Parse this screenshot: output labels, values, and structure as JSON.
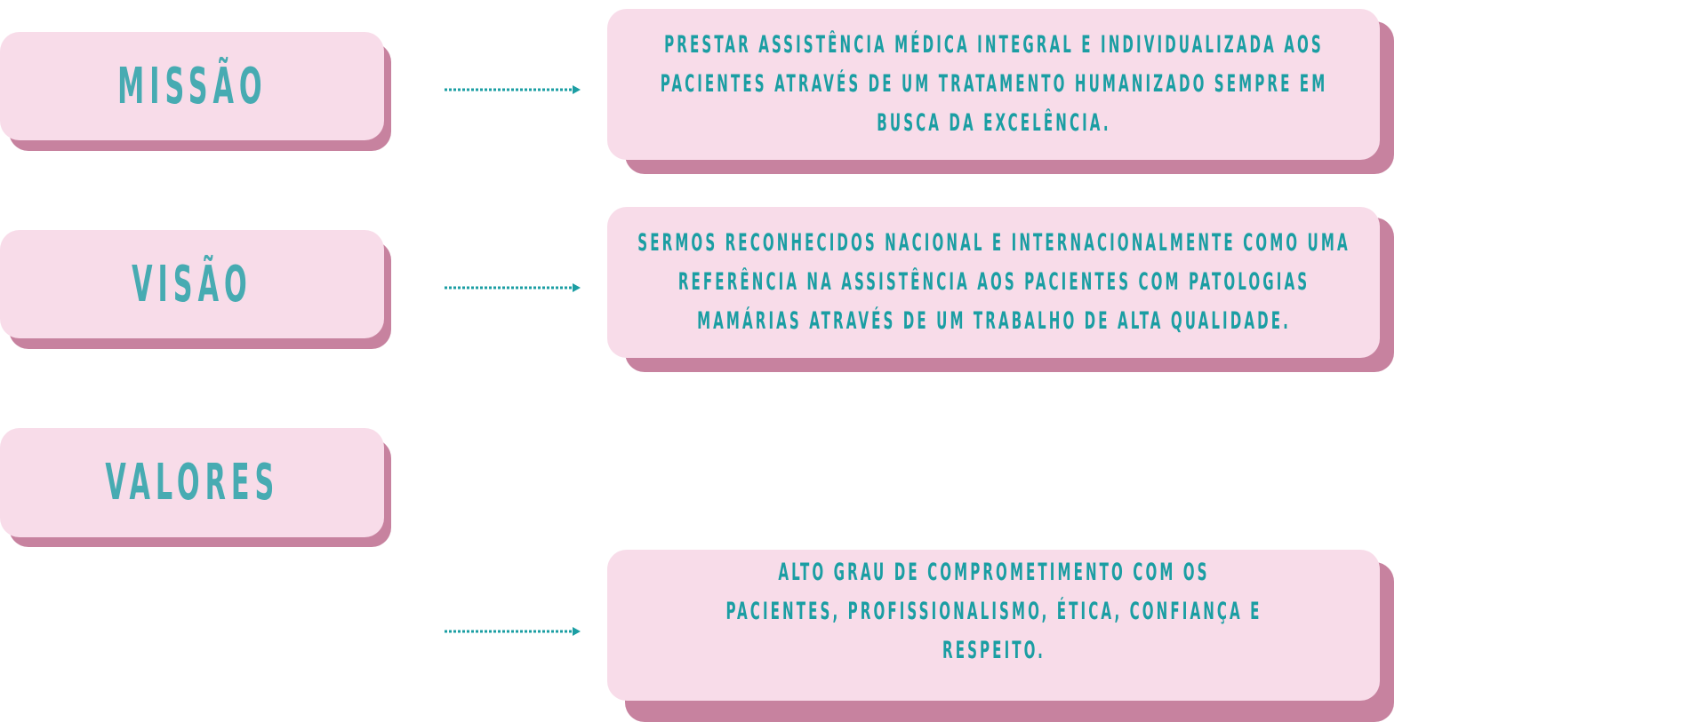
{
  "rows": [
    {
      "label": "MISSÃO",
      "text": "Prestar assistência médica integral e individualizada aos pacientes através de um tratamento humanizado sempre em busca da excelência."
    },
    {
      "label": "VISÃO",
      "text": "Sermos reconhecidos nacional e internacionalmente como uma referência na assistência aos pacientes com patologias mamárias através de um trabalho de alta qualidade."
    },
    {
      "label": "VALORES",
      "text": "Alto grau de comprometimento com os pacientes, profissionalismo, ética, confiança e respeito."
    }
  ],
  "colors": {
    "box": "#f8dce9",
    "shadow": "#c7829f",
    "label": "#47abb2",
    "text": "#1b9ea3"
  }
}
